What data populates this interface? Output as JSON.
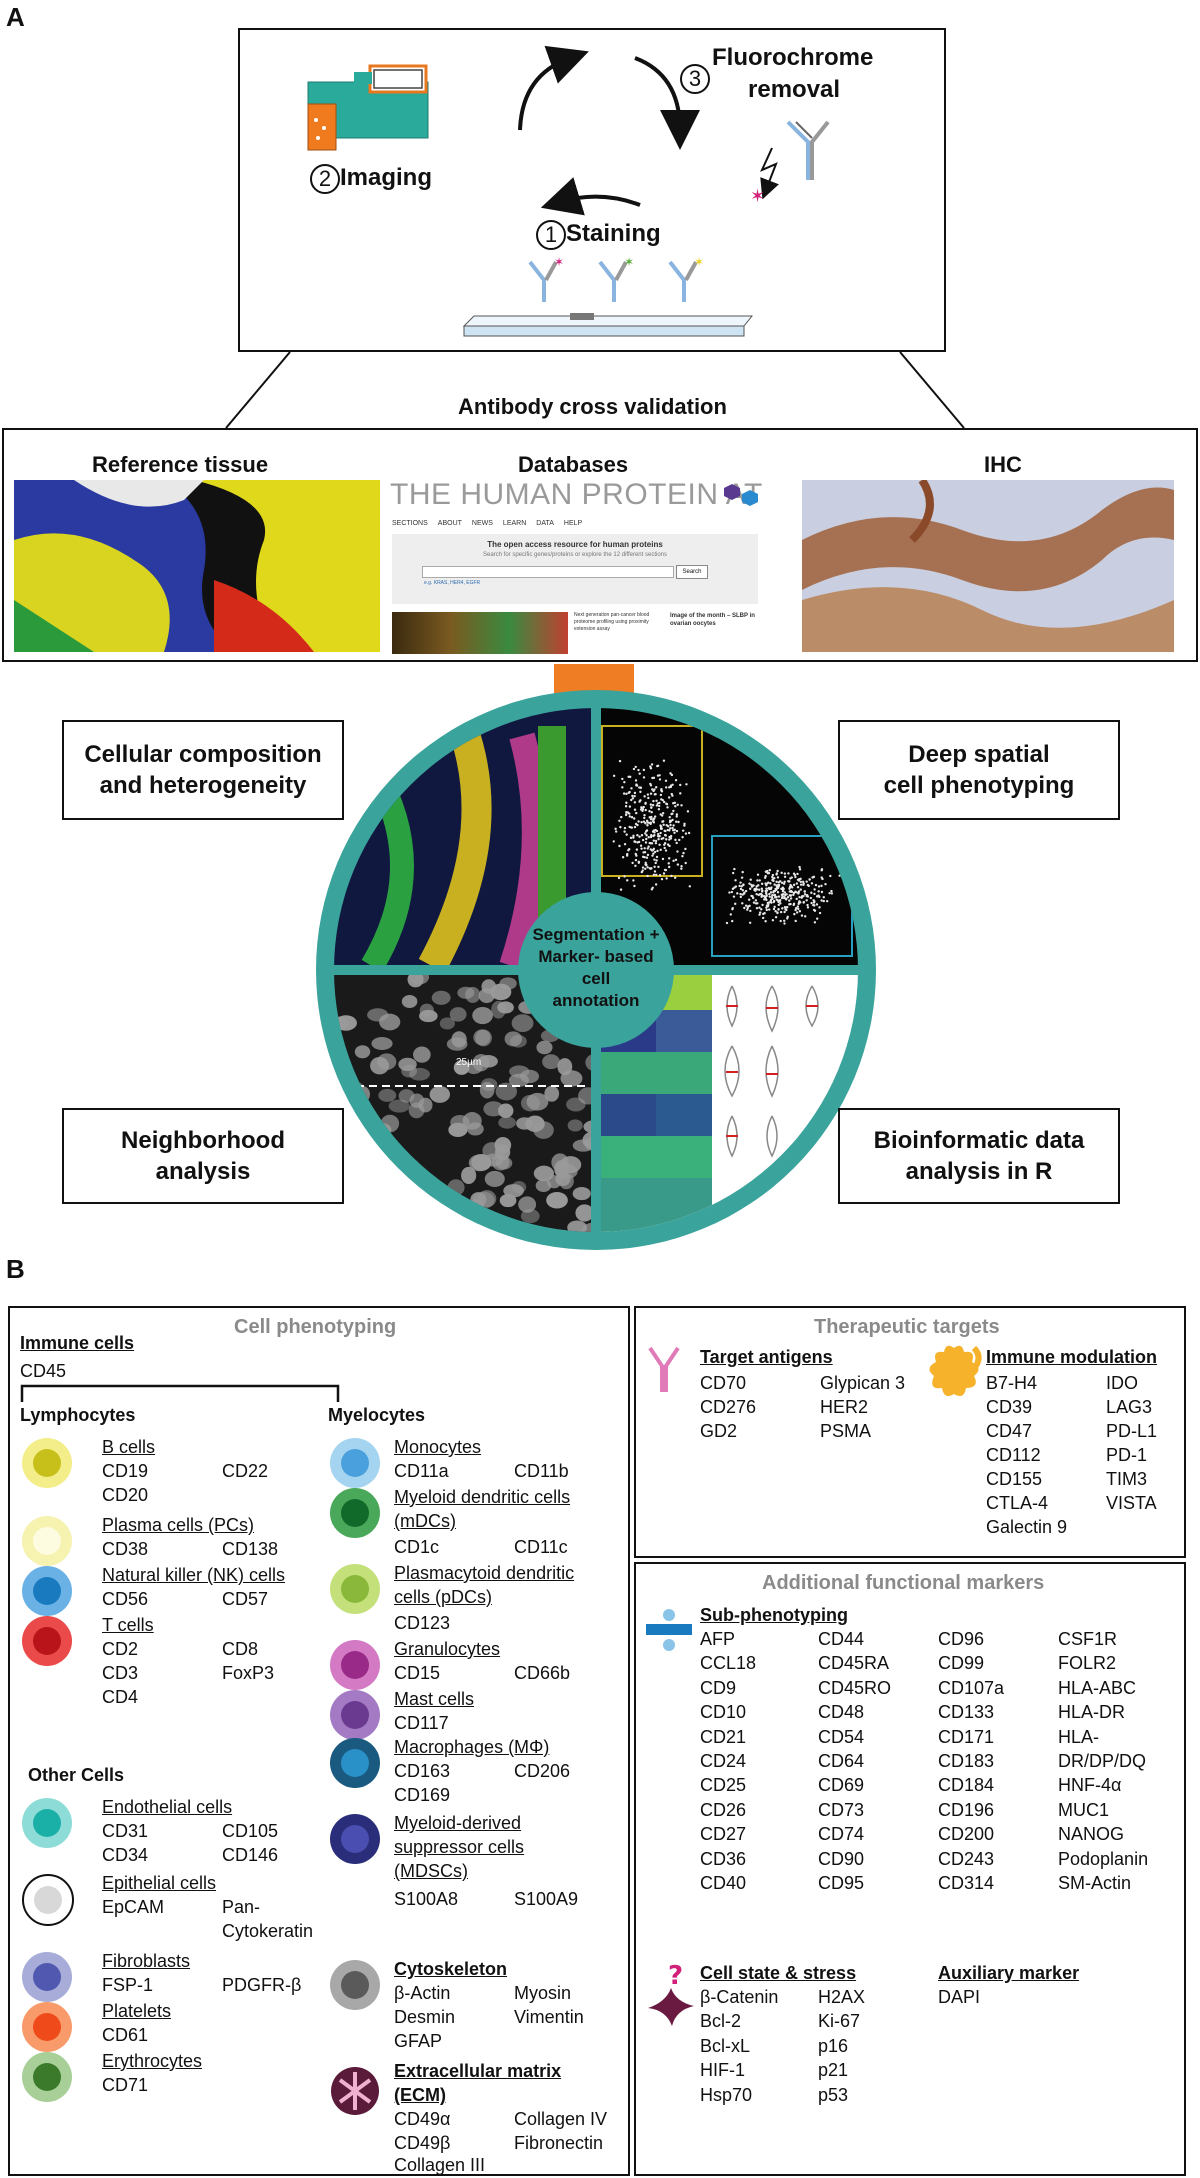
{
  "panelA": {
    "letter": "A",
    "cycle": {
      "imaging": "Imaging",
      "imaging_num": "2",
      "staining": "Staining",
      "staining_num": "1",
      "fluoro_line1": "Fluorochrome",
      "fluoro_line2": "removal",
      "fluoro_num": "3"
    },
    "validation": {
      "title": "Antibody cross validation",
      "reference": "Reference tissue",
      "databases": "Databases",
      "ihc": "IHC",
      "hpa_logo": "THE HUMAN PROTEIN ATLAS",
      "hpa_menu": [
        "SECTIONS",
        "ABOUT",
        "NEWS",
        "LEARN",
        "DATA",
        "HELP"
      ],
      "hpa_tagline": "The open access resource for human proteins",
      "hpa_sub": "Search for specific genes/proteins or explore the 12 different sections",
      "hpa_search_btn": "Search",
      "hpa_example": "e.g. KRAS, HER4, EGFR",
      "hpa_card1": "Next generation pan-cancer blood proteome profiling using proximity extension assay",
      "hpa_card2": "Image of the month – SLBP in ovarian oocytes"
    },
    "wheel": {
      "center_line1": "Segmentation +",
      "center_line2": "Marker- based",
      "center_line3": "cell",
      "center_line4": "annotation",
      "scale": "25µm"
    },
    "callouts": {
      "cellular_line1": "Cellular composition",
      "cellular_line2": "and heterogeneity",
      "deep_line1": "Deep spatial",
      "deep_line2": "cell phenotyping",
      "neighborhood_line1": "Neighborhood",
      "neighborhood_line2": "analysis",
      "bioinf_line1": "Bioinformatic data",
      "bioinf_line2": "analysis in R"
    }
  },
  "panelB": {
    "letter": "B",
    "cell_phenotyping": {
      "title": "Cell phenotyping",
      "immune_cells": "Immune cells",
      "cd45": "CD45",
      "lymphocytes": "Lymphocytes",
      "myelocytes": "Myelocytes",
      "other_cells": "Other Cells",
      "colors": {
        "b_cells": "#e8df1a",
        "plasma": "#f3ef8c",
        "nk": "#2a8fd4",
        "t_cells": "#e2242b",
        "monocytes": "#5aaee0",
        "mdc": "#1f8a3a",
        "pdc": "#9bc83a",
        "granulocytes": "#a83891",
        "mast": "#7a3d98",
        "macrophages": "#1a6fa0",
        "mdsc": "#2b2f80",
        "endothelial": "#1fb5b0",
        "epithelial": "#cfcfcf",
        "fibroblasts": "#5b63b5",
        "platelets": "#f05a28",
        "erythrocytes": "#4a8b3a",
        "cytoskeleton": "#6e6e6e"
      },
      "groups": {
        "b_cells": {
          "name": "B cells",
          "markers": [
            "CD19",
            "CD22",
            "CD20"
          ]
        },
        "plasma": {
          "name": "Plasma cells (PCs)",
          "markers": [
            "CD38",
            "CD138"
          ]
        },
        "nk": {
          "name": "Natural killer (NK) cells",
          "markers": [
            "CD56",
            "CD57"
          ]
        },
        "t_cells": {
          "name": "T cells",
          "markers": [
            "CD2",
            "CD8",
            "CD3",
            "FoxP3",
            "CD4"
          ]
        },
        "monocytes": {
          "name": "Monocytes",
          "markers": [
            "CD11a",
            "CD11b"
          ]
        },
        "mdc": {
          "name_line1": "Myeloid dendritic cells",
          "name_line2": "(mDCs)",
          "markers": [
            "CD1c",
            "CD11c"
          ]
        },
        "pdc": {
          "name_line1": "Plasmacytoid dendritic",
          "name_line2": "cells (pDCs)",
          "markers": [
            "CD123"
          ]
        },
        "granulocytes": {
          "name": "Granulocytes",
          "markers": [
            "CD15",
            "CD66b"
          ]
        },
        "mast": {
          "name": "Mast cells",
          "markers": [
            "CD117"
          ]
        },
        "macrophages": {
          "name": "Macrophages (MΦ)",
          "markers": [
            "CD163",
            "CD206",
            "CD169"
          ]
        },
        "mdsc": {
          "name_line1": "Myeloid-derived",
          "name_line2": "suppressor cells",
          "name_line3": "(MDSCs)",
          "markers": [
            "S100A8",
            "S100A9"
          ]
        },
        "endothelial": {
          "name": "Endothelial cells",
          "markers": [
            "CD31",
            "CD105",
            "CD34",
            "CD146"
          ]
        },
        "epithelial": {
          "name": "Epithelial cells",
          "markers": [
            "EpCAM",
            "Pan-",
            "Cytokeratin"
          ]
        },
        "fibroblasts": {
          "name": "Fibroblasts",
          "markers": [
            "FSP-1",
            "PDGFR-β"
          ]
        },
        "platelets": {
          "name": "Platelets",
          "markers": [
            "CD61"
          ]
        },
        "erythrocytes": {
          "name": "Erythrocytes",
          "markers": [
            "CD71"
          ]
        },
        "cytoskeleton": {
          "name": "Cytoskeleton",
          "markers": [
            "β-Actin",
            "Myosin",
            "Desmin",
            "Vimentin",
            "GFAP"
          ]
        },
        "ecm": {
          "name_line1": "Extracellular matrix",
          "name_line2": "(ECM)",
          "markers": [
            "CD49α",
            "Collagen IV",
            "CD49β",
            "Fibronectin",
            "Collagen III"
          ]
        }
      }
    },
    "therapeutic": {
      "title": "Therapeutic targets",
      "target_antigens": {
        "name": "Target antigens",
        "markers": [
          "CD70",
          "Glypican 3",
          "CD276",
          "HER2",
          "GD2",
          "PSMA"
        ]
      },
      "immune_modulation": {
        "name": "Immune modulation",
        "markers": [
          "B7-H4",
          "IDO",
          "CD39",
          "LAG3",
          "CD47",
          "PD-L1",
          "CD112",
          "PD-1",
          "CD155",
          "TIM3",
          "CTLA-4",
          "VISTA",
          "Galectin 9"
        ]
      }
    },
    "functional": {
      "title": "Additional functional markers",
      "sub_phenotyping": {
        "name": "Sub-phenotyping",
        "col1": [
          "AFP",
          "CCL18",
          "CD9",
          "CD10",
          "CD21",
          "CD24",
          "CD25",
          "CD26",
          "CD27",
          "CD36",
          "CD40"
        ],
        "col2": [
          "CD44",
          "CD45RA",
          "CD45RO",
          "CD48",
          "CD54",
          "CD64",
          "CD69",
          "CD73",
          "CD74",
          "CD90",
          "CD95"
        ],
        "col3": [
          "CD96",
          "CD99",
          "CD107a",
          "CD133",
          "CD171",
          "CD183",
          "CD184",
          "CD196",
          "CD200",
          "CD243",
          "CD314"
        ],
        "col4": [
          "CSF1R",
          "FOLR2",
          "HLA-ABC",
          "HLA-DR",
          "HLA-",
          "DR/DP/DQ",
          "HNF-4α",
          "MUC1",
          "NANOG",
          "Podoplanin",
          "SM-Actin"
        ]
      },
      "cell_state": {
        "name": "Cell state & stress",
        "col1": [
          "β-Catenin",
          "Bcl-2",
          "Bcl-xL",
          "HIF-1",
          "Hsp70"
        ],
        "col2": [
          "H2AX",
          "Ki-67",
          "p16",
          "p21",
          "p53"
        ]
      },
      "auxiliary": {
        "name": "Auxiliary marker",
        "markers": [
          "DAPI"
        ]
      }
    }
  }
}
